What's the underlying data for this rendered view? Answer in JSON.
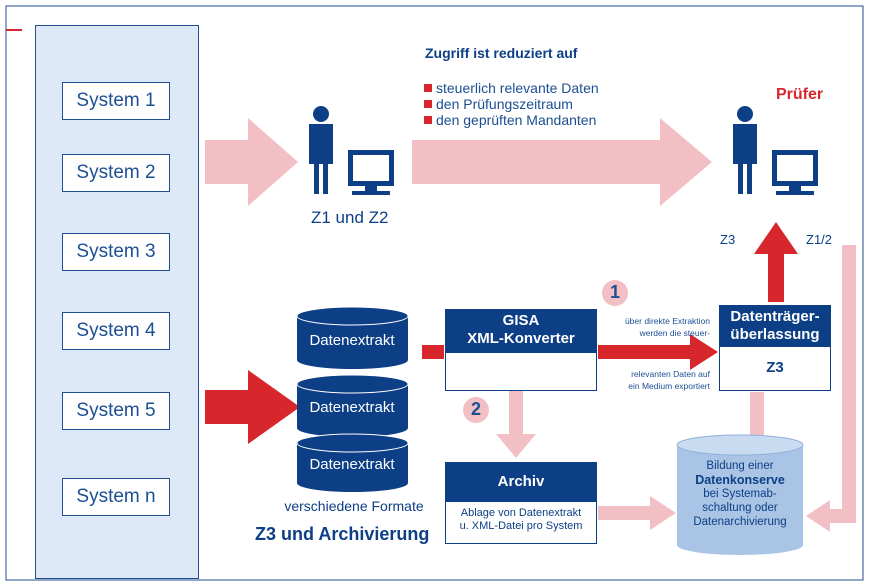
{
  "systems": [
    "System 1",
    "System 2",
    "System 3",
    "System 4",
    "System 5",
    "System n"
  ],
  "access": {
    "heading": "Zugriff ist reduziert auf",
    "items": [
      "steuerlich relevante Daten",
      "den Prüfungszeitraum",
      "den geprüften Mandanten"
    ]
  },
  "z1z2_label": "Z1 und Z2",
  "pruefer_label": "Prüfer",
  "datenextrakt": [
    "Datenextrakt",
    "Datenextrakt",
    "Datenextrakt"
  ],
  "formats_label": "verschiedene Formate",
  "z3_archiv_label": "Z3 und Archivierung",
  "gisa": {
    "line1": "GISA",
    "line2": "XML-Konverter"
  },
  "step1": "1",
  "step2": "2",
  "note_top": [
    "über direkte Extraktion",
    "werden die steuer-"
  ],
  "note_bottom": [
    "relevanten Daten auf",
    "ein Medium exportiert"
  ],
  "datentraeger": {
    "line1": "Datenträger-",
    "line2": "überlassung",
    "sub": "Z3"
  },
  "z3_label": "Z3",
  "z12_label": "Z1/2",
  "archiv": {
    "title": "Archiv",
    "line1": "Ablage von Datenextrakt",
    "line2": "u. XML-Datei pro System"
  },
  "konserve": {
    "line1": "Bildung einer",
    "line2": "Datenkonserve",
    "line3": "bei Systemab-",
    "line4": "schaltung oder",
    "line5": "Datenarchivierung"
  },
  "colors": {
    "navy": "#0d3f86",
    "pink": "#f2c0c4",
    "red": "#d8262d",
    "panel": "#dde9f8"
  }
}
